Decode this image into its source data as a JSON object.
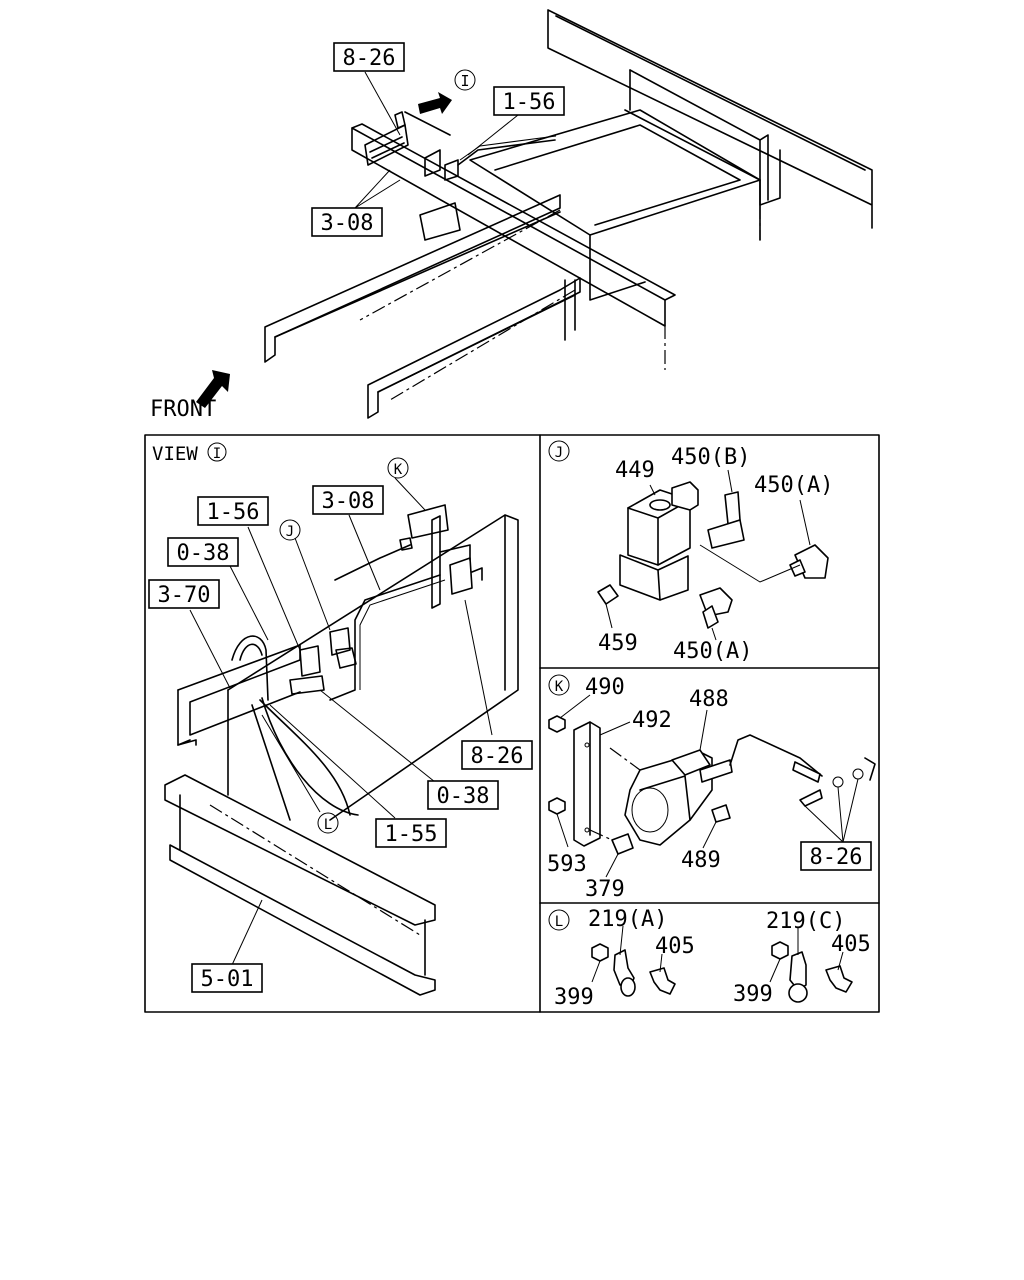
{
  "top": {
    "box_8_26": "8-26",
    "box_1_56": "1-56",
    "box_3_08": "3-08",
    "marker_I": "I",
    "front": "FRONT"
  },
  "viewI": {
    "title": "VIEW",
    "marker": "I",
    "k": "K",
    "j": "J",
    "l": "L",
    "b_1_56": "1-56",
    "b_3_08": "3-08",
    "b_0_38a": "0-38",
    "b_3_70": "3-70",
    "b_8_26": "8-26",
    "b_0_38b": "0-38",
    "b_1_55": "1-55",
    "b_5_01": "5-01"
  },
  "panelJ": {
    "marker": "J",
    "p449": "449",
    "p450b": "450(B)",
    "p450a1": "450(A)",
    "p459": "459",
    "p450a2": "450(A)"
  },
  "panelK": {
    "marker": "K",
    "p490": "490",
    "p492": "492",
    "p488": "488",
    "p593": "593",
    "p379": "379",
    "p489": "489",
    "b_8_26": "8-26"
  },
  "panelL": {
    "marker": "L",
    "p219a": "219(A)",
    "p405a": "405",
    "p399a": "399",
    "p219c": "219(C)",
    "p405c": "405",
    "p399c": "399"
  }
}
